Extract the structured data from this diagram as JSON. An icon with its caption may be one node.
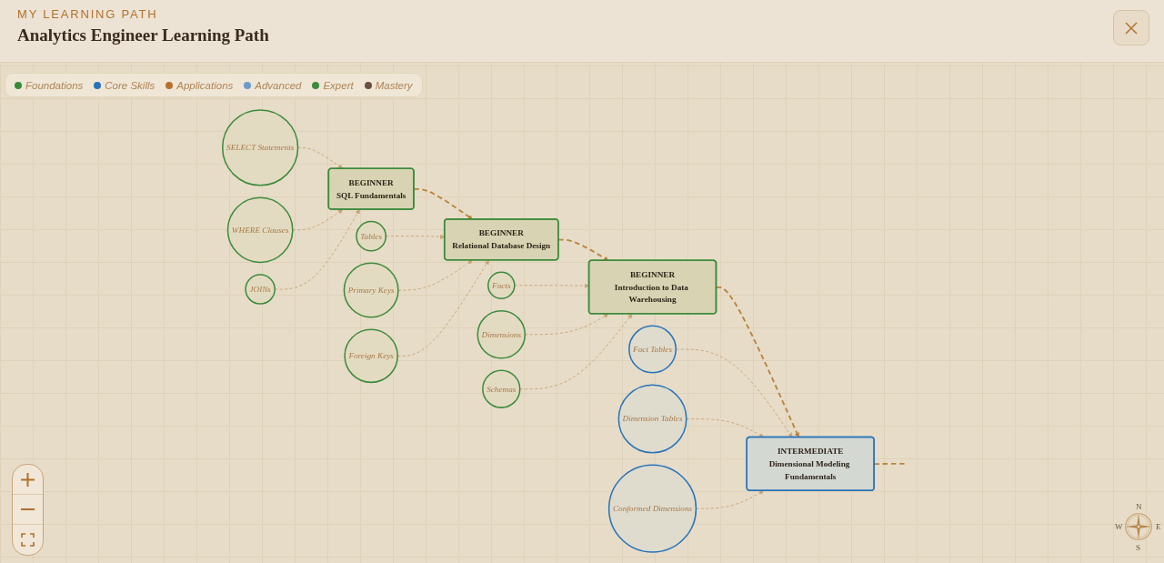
{
  "diagram": {
    "title": "Analytics Engineer Learning Path",
    "nodes": [
      {
        "text": [
          "BEGINNER",
          "SQL Fundamentals"
        ]
      },
      {
        "text": [
          "BEGINNER",
          "Relational Database Design"
        ]
      },
      {
        "text": [
          "BEGINNER",
          "Introduction to Data Warehousing"
        ]
      },
      {
        "text": [
          "INTERMEDIATE",
          "Dimensional Modeling Fundamentals"
        ]
      },
      {
        "text": [
          "SELECT Statements"
        ]
      },
      {
        "text": [
          "WHERE Clauses"
        ]
      },
      {
        "text": [
          "JOINs"
        ]
      },
      {
        "text": [
          "Tables"
        ]
      },
      {
        "text": [
          "Primary Keys"
        ]
      },
      {
        "text": [
          "Foreign Keys"
        ]
      },
      {
        "text": [
          "Facts"
        ]
      },
      {
        "text": [
          "Dimensions"
        ]
      },
      {
        "text": [
          "Schemas"
        ]
      },
      {
        "text": [
          "Fact Tables"
        ]
      },
      {
        "text": [
          "Dimension Tables"
        ]
      },
      {
        "text": [
          "Conformed Dimensions"
        ]
      }
    ],
    "edges": [
      {
        "from": 0,
        "to": 1,
        "arrow": "to",
        "style": "dashed",
        "color": "#b7843f"
      },
      {
        "from": 1,
        "to": 2,
        "arrow": "to",
        "style": "dashed",
        "color": "#b7843f"
      },
      {
        "from": 2,
        "to": 3,
        "arrow": "to",
        "style": "dashed",
        "color": "#b7843f"
      },
      {
        "from": 3,
        "to": null,
        "arrow": "none",
        "style": "dashed",
        "color": "#b7843f"
      },
      {
        "from": 4,
        "to": 0,
        "arrow": "to",
        "style": "dashed"
      },
      {
        "from": 5,
        "to": 0,
        "arrow": "to",
        "style": "dashed"
      },
      {
        "from": 6,
        "to": 0,
        "arrow": "to",
        "style": "dashed"
      },
      {
        "from": 7,
        "to": 1,
        "arrow": "to",
        "style": "dashed"
      },
      {
        "from": 8,
        "to": 1,
        "arrow": "to",
        "style": "dashed"
      },
      {
        "from": 9,
        "to": 1,
        "arrow": "to",
        "style": "dashed"
      },
      {
        "from": 10,
        "to": 2,
        "arrow": "to",
        "style": "dashed"
      },
      {
        "from": 11,
        "to": 2,
        "arrow": "to",
        "style": "dashed"
      },
      {
        "from": 12,
        "to": 2,
        "arrow": "to",
        "style": "dashed"
      },
      {
        "from": 13,
        "to": 3,
        "arrow": "to",
        "style": "dashed"
      },
      {
        "from": 14,
        "to": 3,
        "arrow": "to",
        "style": "dashed"
      },
      {
        "from": 15,
        "to": 3,
        "arrow": "to",
        "style": "dashed"
      }
    ],
    "labels": [
      "MY LEARNING PATH",
      "N",
      "W",
      "E",
      "S"
    ],
    "legend": [
      {
        "text": "Foundations",
        "color": "#3a8a3a"
      },
      {
        "text": "Core Skills",
        "color": "#2a72b8"
      },
      {
        "text": "Applications",
        "color": "#b8702a"
      },
      {
        "text": "Advanced",
        "color": "#6a9ad0"
      },
      {
        "text": "Expert",
        "color": "#3d8b3d"
      },
      {
        "text": "Mastery",
        "color": "#6a5040"
      }
    ]
  }
}
